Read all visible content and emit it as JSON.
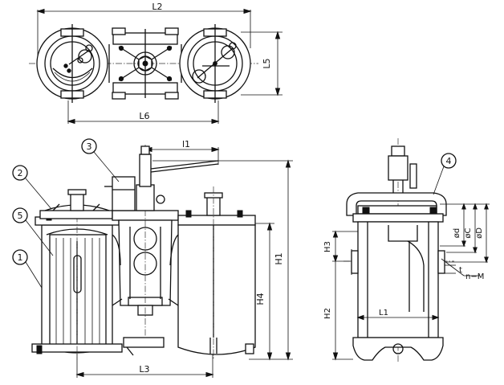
{
  "dimensions": {
    "L2": "L2",
    "L5": "L5",
    "L6": "L6",
    "l1": "l1",
    "H1": "H1",
    "H4": "H4",
    "L3": "L3",
    "H3": "H3",
    "H2": "H2",
    "L1": "L1",
    "d": "ød",
    "C": "øC",
    "D": "øD",
    "t": "t",
    "nM": "n−M"
  },
  "callouts": [
    "1",
    "2",
    "3",
    "4",
    "5"
  ]
}
